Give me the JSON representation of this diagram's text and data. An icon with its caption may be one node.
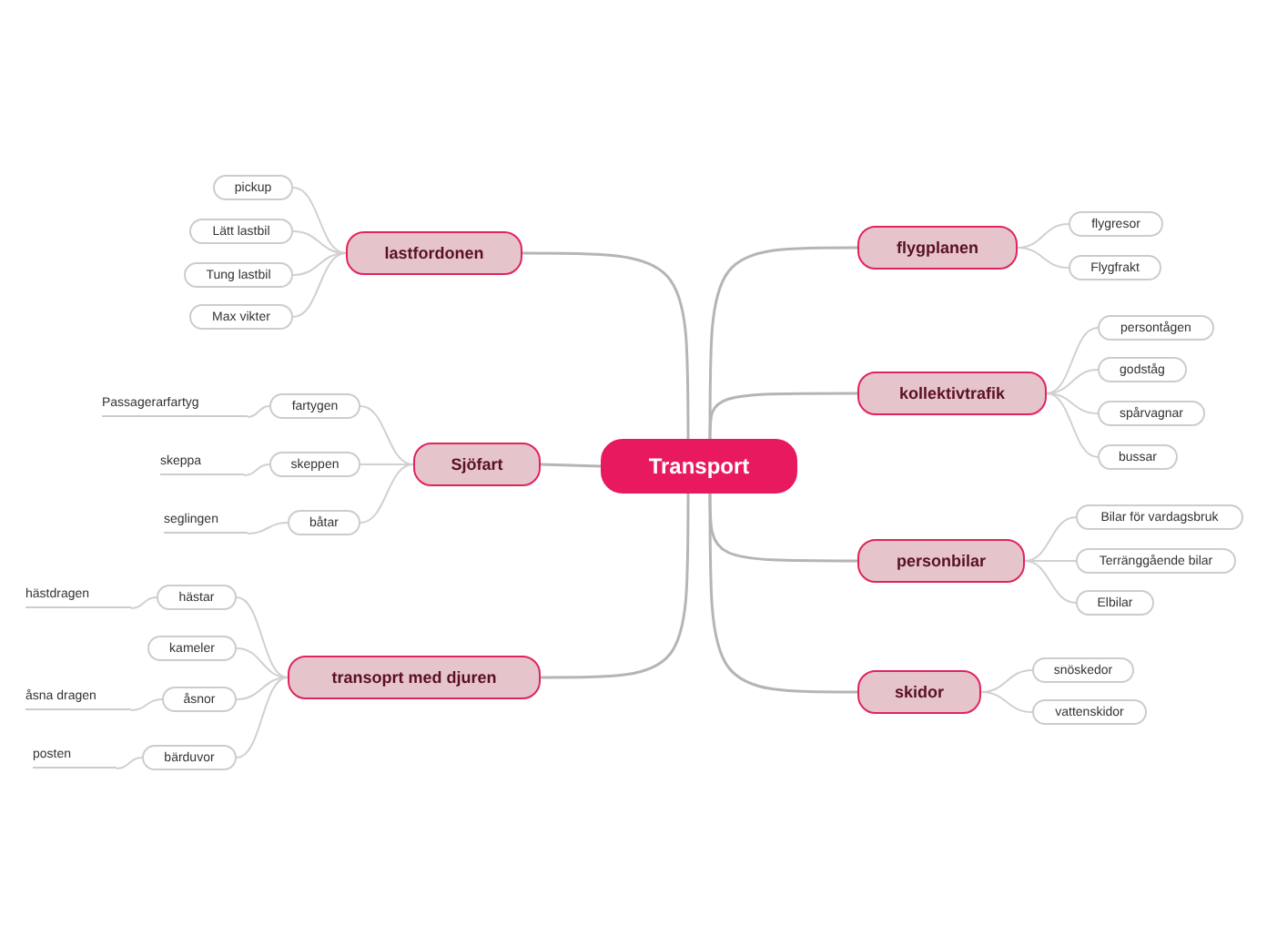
{
  "diagram": {
    "nodes": [
      {
        "text": [
          "Transport"
        ]
      },
      {
        "text": [
          "lastfordonen"
        ]
      },
      {
        "text": [
          "pickup"
        ]
      },
      {
        "text": [
          "Lätt lastbil"
        ]
      },
      {
        "text": [
          "Tung lastbil"
        ]
      },
      {
        "text": [
          "Max vikter"
        ]
      },
      {
        "text": [
          "Sjöfart"
        ]
      },
      {
        "text": [
          "fartygen"
        ]
      },
      {
        "text": [
          "Passagerarfartyg"
        ]
      },
      {
        "text": [
          "skeppen"
        ]
      },
      {
        "text": [
          "skeppa"
        ]
      },
      {
        "text": [
          "båtar"
        ]
      },
      {
        "text": [
          "seglingen"
        ]
      },
      {
        "text": [
          "transoprt med djuren"
        ]
      },
      {
        "text": [
          "hästar"
        ]
      },
      {
        "text": [
          "hästdragen"
        ]
      },
      {
        "text": [
          "kameler"
        ]
      },
      {
        "text": [
          "åsnor"
        ]
      },
      {
        "text": [
          "åsna dragen"
        ]
      },
      {
        "text": [
          "bärduvor"
        ]
      },
      {
        "text": [
          "posten"
        ]
      },
      {
        "text": [
          "flygplanen"
        ]
      },
      {
        "text": [
          "flygresor"
        ]
      },
      {
        "text": [
          "Flygfrakt"
        ]
      },
      {
        "text": [
          "kollektivtrafik"
        ]
      },
      {
        "text": [
          "persontågen"
        ]
      },
      {
        "text": [
          "godståg"
        ]
      },
      {
        "text": [
          "spårvagnar"
        ]
      },
      {
        "text": [
          "bussar"
        ]
      },
      {
        "text": [
          "personbilar"
        ]
      },
      {
        "text": [
          "Bilar för vardagsbruk"
        ]
      },
      {
        "text": [
          "Terränggående bilar"
        ]
      },
      {
        "text": [
          "Elbilar"
        ]
      },
      {
        "text": [
          "skidor"
        ]
      },
      {
        "text": [
          "snöskedor"
        ]
      },
      {
        "text": [
          "vattenskidor"
        ]
      }
    ],
    "edges": [
      {
        "from": 0,
        "to": 1,
        "arrow": "none"
      },
      {
        "from": 1,
        "to": 2,
        "arrow": "none"
      },
      {
        "from": 1,
        "to": 3,
        "arrow": "none"
      },
      {
        "from": 1,
        "to": 4,
        "arrow": "none"
      },
      {
        "from": 1,
        "to": 5,
        "arrow": "none"
      },
      {
        "from": 0,
        "to": 6,
        "arrow": "none"
      },
      {
        "from": 6,
        "to": 7,
        "arrow": "none"
      },
      {
        "from": 7,
        "to": 8,
        "arrow": "none"
      },
      {
        "from": 6,
        "to": 9,
        "arrow": "none"
      },
      {
        "from": 9,
        "to": 10,
        "arrow": "none"
      },
      {
        "from": 6,
        "to": 11,
        "arrow": "none"
      },
      {
        "from": 11,
        "to": 12,
        "arrow": "none"
      },
      {
        "from": 0,
        "to": 13,
        "arrow": "none"
      },
      {
        "from": 13,
        "to": 14,
        "arrow": "none"
      },
      {
        "from": 14,
        "to": 15,
        "arrow": "none"
      },
      {
        "from": 13,
        "to": 16,
        "arrow": "none"
      },
      {
        "from": 13,
        "to": 17,
        "arrow": "none"
      },
      {
        "from": 17,
        "to": 18,
        "arrow": "none"
      },
      {
        "from": 13,
        "to": 19,
        "arrow": "none"
      },
      {
        "from": 19,
        "to": 20,
        "arrow": "none"
      },
      {
        "from": 0,
        "to": 21,
        "arrow": "none"
      },
      {
        "from": 21,
        "to": 22,
        "arrow": "none"
      },
      {
        "from": 21,
        "to": 23,
        "arrow": "none"
      },
      {
        "from": 0,
        "to": 24,
        "arrow": "none"
      },
      {
        "from": 24,
        "to": 25,
        "arrow": "none"
      },
      {
        "from": 24,
        "to": 26,
        "arrow": "none"
      },
      {
        "from": 24,
        "to": 27,
        "arrow": "none"
      },
      {
        "from": 24,
        "to": 28,
        "arrow": "none"
      },
      {
        "from": 0,
        "to": 29,
        "arrow": "none"
      },
      {
        "from": 29,
        "to": 30,
        "arrow": "none"
      },
      {
        "from": 29,
        "to": 31,
        "arrow": "none"
      },
      {
        "from": 29,
        "to": 32,
        "arrow": "none"
      },
      {
        "from": 0,
        "to": 33,
        "arrow": "none"
      },
      {
        "from": 33,
        "to": 34,
        "arrow": "none"
      },
      {
        "from": 33,
        "to": 35,
        "arrow": "none"
      }
    ]
  }
}
